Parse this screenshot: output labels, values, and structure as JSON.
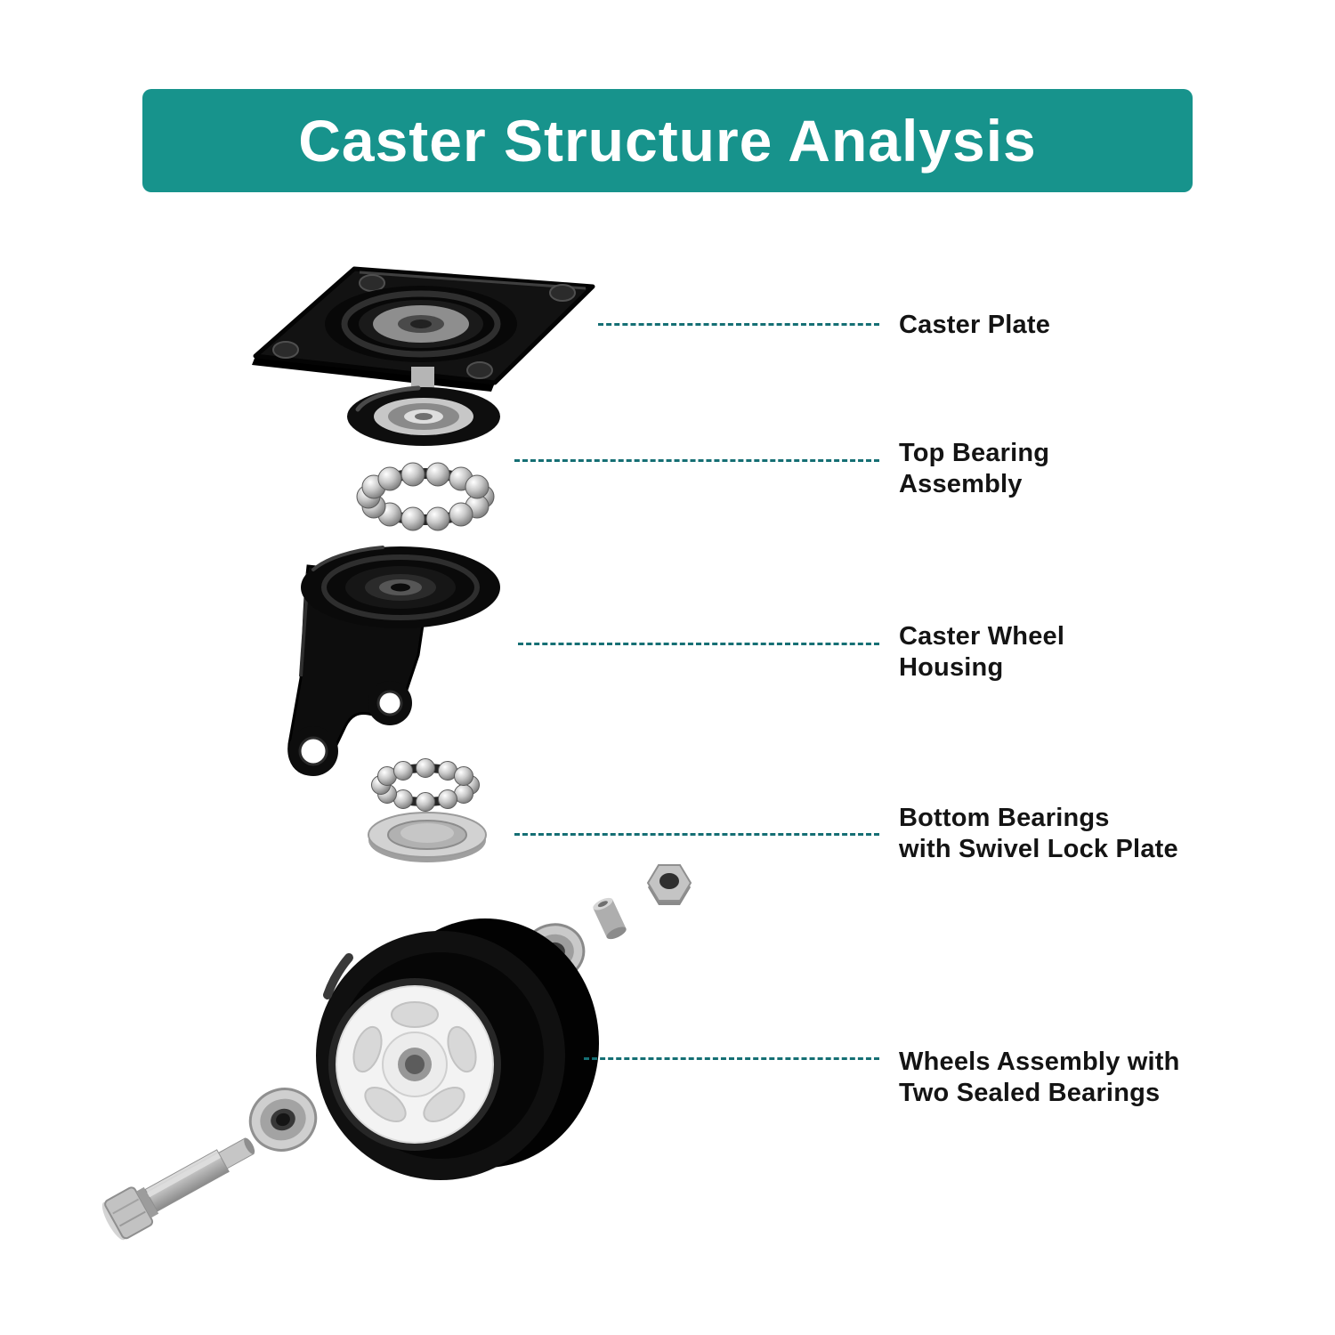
{
  "header": {
    "title": "Caster Structure Analysis",
    "bg_color": "#17938c",
    "text_color": "#ffffff"
  },
  "colors": {
    "leader_dash": "#156f74",
    "label_text": "#141414",
    "part_black": "#111111",
    "metal_gray": "#c4c4c4",
    "wheel_hub_white": "#f3f3f3"
  },
  "diagram": {
    "parts": [
      {
        "name": "caster-plate",
        "label_lines": [
          "Caster Plate",
          ""
        ]
      },
      {
        "name": "top-bearing-assembly",
        "label_lines": [
          "Top Bearing",
          "Assembly"
        ]
      },
      {
        "name": "caster-wheel-housing",
        "label_lines": [
          "Caster Wheel",
          "Housing"
        ]
      },
      {
        "name": "bottom-bearings",
        "label_lines": [
          "Bottom Bearings",
          "with Swivel Lock Plate"
        ]
      },
      {
        "name": "wheels-assembly",
        "label_lines": [
          "Wheels Assembly with",
          "Two Sealed Bearings"
        ]
      }
    ]
  }
}
